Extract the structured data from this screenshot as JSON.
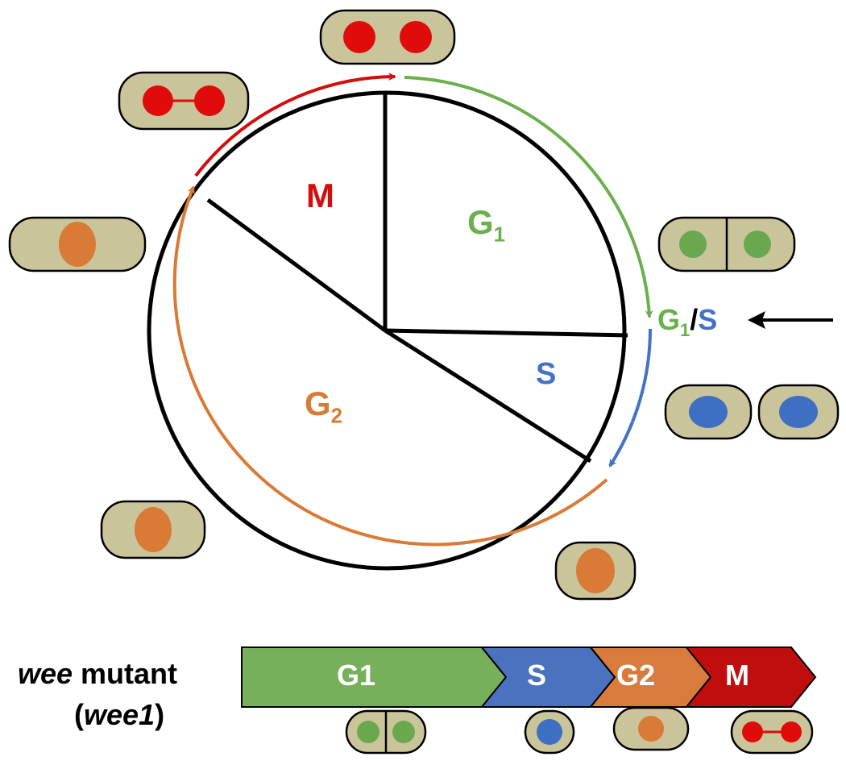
{
  "colors": {
    "cell_fill": "#c9c49a",
    "cell_stroke": "#000000",
    "g1": "#6ab04c",
    "s": "#4472c4",
    "g2": "#d97a36",
    "m": "#d40c0c",
    "nucleus_green": "#6aa84f",
    "nucleus_blue": "#3f6fc2",
    "nucleus_orange": "#d97a36",
    "nucleus_red": "#e00b0b",
    "bar_g1": "#76b05a",
    "bar_s": "#4a72bf",
    "bar_g2": "#d97b3c",
    "bar_m": "#c00d0d"
  },
  "cycle": {
    "phases": [
      {
        "key": "m",
        "label": "M",
        "sub": ""
      },
      {
        "key": "g1",
        "label": "G",
        "sub": "1"
      },
      {
        "key": "s",
        "label": "S",
        "sub": ""
      },
      {
        "key": "g2",
        "label": "G",
        "sub": "2"
      }
    ],
    "checkpoint": {
      "g_label": "G",
      "g_sub": "1",
      "slash": "/",
      "s_label": "S"
    }
  },
  "mutant": {
    "title_italic": "wee",
    "title_rest": " mutant",
    "sub_open": "(",
    "sub_italic": "wee1",
    "sub_close": ")",
    "phases": [
      {
        "label": "G1",
        "key": "bar_g1"
      },
      {
        "label": "S",
        "key": "bar_s"
      },
      {
        "label": "G2",
        "key": "bar_g2"
      },
      {
        "label": "M",
        "key": "bar_m"
      }
    ]
  },
  "cells": [
    {
      "name": "cell-mitosis-separated",
      "nuclei": "two-red"
    },
    {
      "name": "cell-mitosis-dividing",
      "nuclei": "two-red-linked"
    },
    {
      "name": "cell-early-g2",
      "nuclei": "orange"
    },
    {
      "name": "cell-g1-septated",
      "nuclei": "two-green"
    },
    {
      "name": "cell-s-phase-left",
      "nuclei": "blue"
    },
    {
      "name": "cell-s-phase-right",
      "nuclei": "blue"
    },
    {
      "name": "cell-g2-small",
      "nuclei": "orange"
    },
    {
      "name": "cell-g2-large",
      "nuclei": "orange"
    }
  ]
}
